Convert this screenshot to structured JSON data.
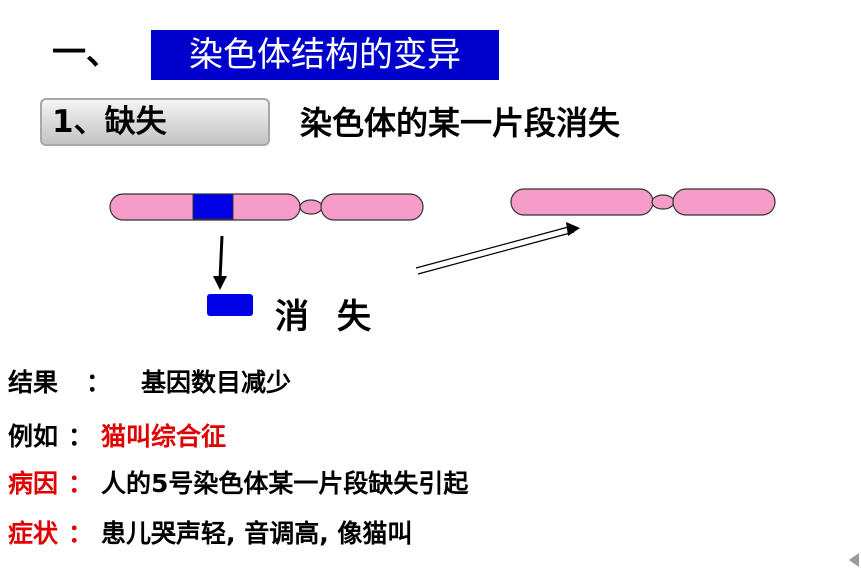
{
  "heading": {
    "number": "一、",
    "title": "染色体结构的变异"
  },
  "subsection": {
    "label": "1、缺失",
    "definition": "染色体的某一片段消失"
  },
  "diagram": {
    "vanish_label": "消失"
  },
  "info": {
    "result": {
      "label": "结果",
      "colon": "：",
      "value": "基因数目减少"
    },
    "example": {
      "label": "例如",
      "colon": "：",
      "value": "猫叫综合征"
    },
    "cause": {
      "label": "病因",
      "colon": "：",
      "value": "人的5号染色体某一片段缺失引起"
    },
    "symptom": {
      "label": "症状",
      "colon": "：",
      "value": "患儿哭声轻, 音调高, 像猫叫"
    }
  },
  "colors": {
    "title_bg": "#0000cc",
    "chromosome": "#f59cc8",
    "gene_block": "#0000e6",
    "red_text": "#e00000"
  }
}
